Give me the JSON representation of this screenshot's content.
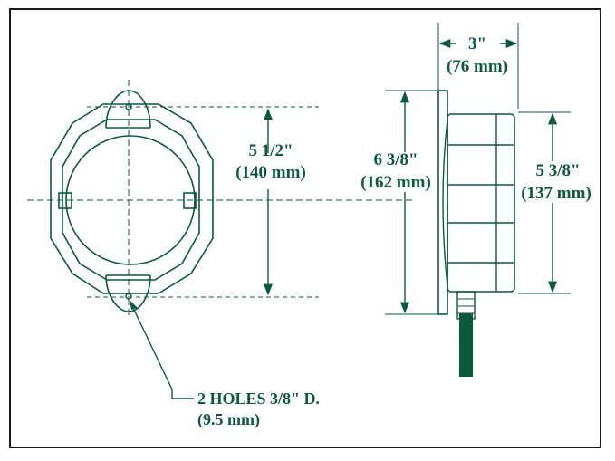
{
  "colors": {
    "ink": "#0b5a3c",
    "border": "#1a1a1a",
    "background": "#ffffff"
  },
  "dimensions": {
    "hole_spacing": {
      "imperial": "5 1/2\"",
      "metric": "(140 mm)"
    },
    "depth": {
      "imperial": "3\"",
      "metric": "(76 mm)"
    },
    "flange_height": {
      "imperial": "6 3/8\"",
      "metric": "(162 mm)"
    },
    "body_height": {
      "imperial": "5 3/8\"",
      "metric": "(137 mm)"
    }
  },
  "note": {
    "line1": "2 HOLES 3/8\" D.",
    "line2": "(9.5 mm)"
  }
}
